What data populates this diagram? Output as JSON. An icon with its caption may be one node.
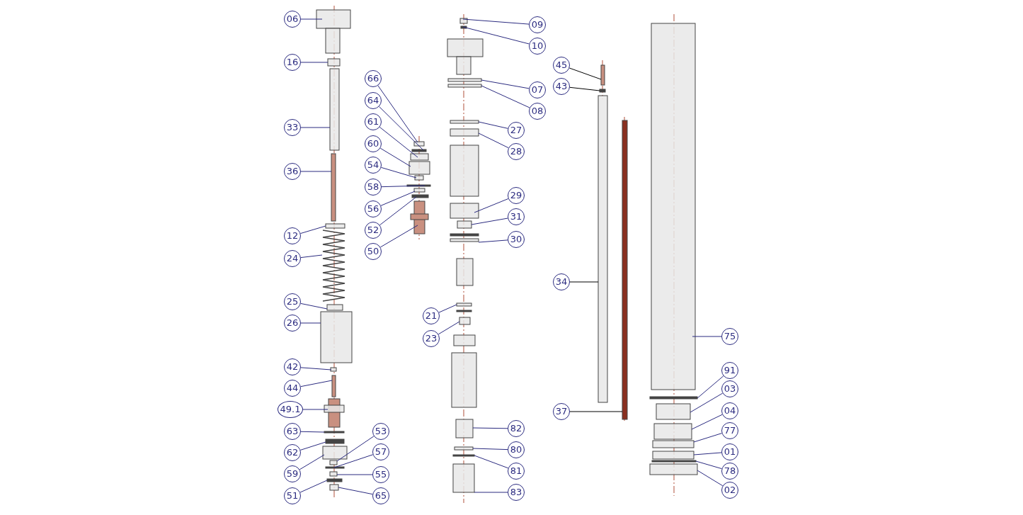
{
  "diagram": {
    "nodes": [
      {
        "text": [
          "06"
        ]
      },
      {
        "text": [
          "16"
        ]
      },
      {
        "text": [
          "33"
        ]
      },
      {
        "text": [
          "36"
        ]
      },
      {
        "text": [
          "12"
        ]
      },
      {
        "text": [
          "24"
        ]
      },
      {
        "text": [
          "25"
        ]
      },
      {
        "text": [
          "26"
        ]
      },
      {
        "text": [
          "42"
        ]
      },
      {
        "text": [
          "44"
        ]
      },
      {
        "text": [
          "49.1"
        ]
      },
      {
        "text": [
          "63"
        ]
      },
      {
        "text": [
          "62"
        ]
      },
      {
        "text": [
          "59"
        ]
      },
      {
        "text": [
          "51"
        ]
      },
      {
        "text": [
          "53"
        ]
      },
      {
        "text": [
          "57"
        ]
      },
      {
        "text": [
          "55"
        ]
      },
      {
        "text": [
          "65"
        ]
      },
      {
        "text": [
          "66"
        ]
      },
      {
        "text": [
          "64"
        ]
      },
      {
        "text": [
          "61"
        ]
      },
      {
        "text": [
          "60"
        ]
      },
      {
        "text": [
          "54"
        ]
      },
      {
        "text": [
          "58"
        ]
      },
      {
        "text": [
          "56"
        ]
      },
      {
        "text": [
          "52"
        ]
      },
      {
        "text": [
          "50"
        ]
      },
      {
        "text": [
          "09"
        ]
      },
      {
        "text": [
          "10"
        ]
      },
      {
        "text": [
          "07"
        ]
      },
      {
        "text": [
          "08"
        ]
      },
      {
        "text": [
          "27"
        ]
      },
      {
        "text": [
          "28"
        ]
      },
      {
        "text": [
          "29"
        ]
      },
      {
        "text": [
          "31"
        ]
      },
      {
        "text": [
          "30"
        ]
      },
      {
        "text": [
          "21"
        ]
      },
      {
        "text": [
          "23"
        ]
      },
      {
        "text": [
          "82"
        ]
      },
      {
        "text": [
          "80"
        ]
      },
      {
        "text": [
          "81"
        ]
      },
      {
        "text": [
          "83"
        ]
      },
      {
        "text": [
          "45"
        ]
      },
      {
        "text": [
          "43"
        ]
      },
      {
        "text": [
          "34"
        ]
      },
      {
        "text": [
          "37"
        ]
      },
      {
        "text": [
          "75"
        ]
      },
      {
        "text": [
          "91"
        ]
      },
      {
        "text": [
          "03"
        ]
      },
      {
        "text": [
          "04"
        ]
      },
      {
        "text": [
          "77"
        ]
      },
      {
        "text": [
          "01"
        ]
      },
      {
        "text": [
          "78"
        ]
      },
      {
        "text": [
          "02"
        ]
      }
    ],
    "edges": [
      {
        "from": 0,
        "to": null,
        "arrow": "none"
      },
      {
        "from": 1,
        "to": null,
        "arrow": "none"
      },
      {
        "from": 2,
        "to": null,
        "arrow": "none"
      },
      {
        "from": 3,
        "to": null,
        "arrow": "none"
      },
      {
        "from": 4,
        "to": null,
        "arrow": "none"
      },
      {
        "from": 5,
        "to": null,
        "arrow": "none"
      },
      {
        "from": 6,
        "to": null,
        "arrow": "none"
      },
      {
        "from": 7,
        "to": null,
        "arrow": "none"
      },
      {
        "from": 8,
        "to": null,
        "arrow": "none"
      },
      {
        "from": 9,
        "to": null,
        "arrow": "none"
      },
      {
        "from": 10,
        "to": null,
        "arrow": "none"
      },
      {
        "from": 11,
        "to": null,
        "arrow": "none"
      },
      {
        "from": 12,
        "to": null,
        "arrow": "none"
      },
      {
        "from": 13,
        "to": null,
        "arrow": "none"
      },
      {
        "from": 14,
        "to": null,
        "arrow": "none"
      },
      {
        "from": 15,
        "to": null,
        "arrow": "none"
      },
      {
        "from": 16,
        "to": null,
        "arrow": "none"
      },
      {
        "from": 17,
        "to": null,
        "arrow": "none"
      },
      {
        "from": 18,
        "to": null,
        "arrow": "none"
      },
      {
        "from": 19,
        "to": null,
        "arrow": "none"
      },
      {
        "from": 20,
        "to": null,
        "arrow": "none"
      },
      {
        "from": 21,
        "to": null,
        "arrow": "none"
      },
      {
        "from": 22,
        "to": null,
        "arrow": "none"
      },
      {
        "from": 23,
        "to": null,
        "arrow": "none"
      },
      {
        "from": 24,
        "to": null,
        "arrow": "none"
      },
      {
        "from": 25,
        "to": null,
        "arrow": "none"
      },
      {
        "from": 26,
        "to": null,
        "arrow": "none"
      },
      {
        "from": 27,
        "to": null,
        "arrow": "none"
      },
      {
        "from": 28,
        "to": null,
        "arrow": "none"
      },
      {
        "from": 29,
        "to": null,
        "arrow": "none"
      },
      {
        "from": 30,
        "to": null,
        "arrow": "none"
      },
      {
        "from": 31,
        "to": null,
        "arrow": "none"
      },
      {
        "from": 32,
        "to": null,
        "arrow": "none"
      },
      {
        "from": 33,
        "to": null,
        "arrow": "none"
      },
      {
        "from": 34,
        "to": null,
        "arrow": "none"
      },
      {
        "from": 35,
        "to": null,
        "arrow": "none"
      },
      {
        "from": 36,
        "to": null,
        "arrow": "none"
      },
      {
        "from": 37,
        "to": null,
        "arrow": "none"
      },
      {
        "from": 38,
        "to": null,
        "arrow": "none"
      },
      {
        "from": 39,
        "to": null,
        "arrow": "none"
      },
      {
        "from": 40,
        "to": null,
        "arrow": "none"
      },
      {
        "from": 41,
        "to": null,
        "arrow": "none"
      },
      {
        "from": 42,
        "to": null,
        "arrow": "none"
      },
      {
        "from": 43,
        "to": null,
        "arrow": "none",
        "color": "#000000"
      },
      {
        "from": 44,
        "to": null,
        "arrow": "none",
        "color": "#000000"
      },
      {
        "from": 45,
        "to": null,
        "arrow": "none",
        "color": "#000000"
      },
      {
        "from": 46,
        "to": null,
        "arrow": "none",
        "color": "#000000"
      },
      {
        "from": 47,
        "to": null,
        "arrow": "none"
      },
      {
        "from": 48,
        "to": null,
        "arrow": "none"
      },
      {
        "from": 49,
        "to": null,
        "arrow": "none"
      },
      {
        "from": 50,
        "to": null,
        "arrow": "none"
      },
      {
        "from": 51,
        "to": null,
        "arrow": "none"
      },
      {
        "from": 52,
        "to": null,
        "arrow": "none"
      },
      {
        "from": 53,
        "to": null,
        "arrow": "none"
      },
      {
        "from": 54,
        "to": null,
        "arrow": "none"
      }
    ]
  }
}
